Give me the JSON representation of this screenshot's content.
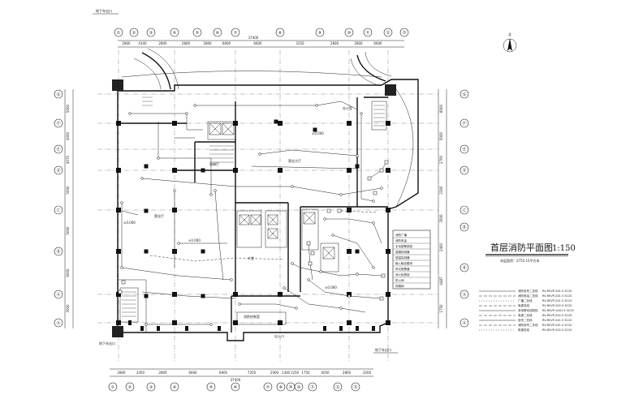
{
  "drawing": {
    "title": "首层消防平面图",
    "scale": "1:150",
    "note": "本层面积：2755.15平方米",
    "north_label": "北",
    "top_note": "地下车出口",
    "bottom_note": "地下车出口"
  },
  "grid_top": {
    "bubbles": [
      "①",
      "②",
      "③",
      "④",
      "⑤",
      "⑥",
      "⑦",
      "⑧",
      "⑨",
      "⑩",
      "⑪",
      "⑫",
      "⑬"
    ],
    "dims": [
      "2800",
      "4100",
      "2800",
      "2800",
      "2800",
      "6600",
      "6600",
      "3250",
      "2800",
      "2800",
      "6600"
    ],
    "total": "37400"
  },
  "grid_bottom": {
    "bubbles": [
      "①",
      "②",
      "③",
      "④",
      "⑤",
      "⑥",
      "⑦",
      "⑧",
      "⑨",
      "⑩",
      "⑪",
      "⑫",
      "⑬"
    ],
    "dims": [
      "2800",
      "3450",
      "2800",
      "6600",
      "6600",
      "7250",
      "2000",
      "1300",
      "1250",
      "1750",
      "4050",
      "2800",
      "3200"
    ],
    "total": "37400"
  },
  "grid_left": {
    "bubbles": [
      "Ⓖ",
      "Ⓕ",
      "Ⓔ",
      "Ⓓ",
      "Ⓒ",
      "Ⓑ",
      "Ⓐ",
      "Ⓐ"
    ],
    "dims": [
      "5000",
      "4000",
      "4070",
      "5000",
      "5000",
      "6000",
      "3000"
    ]
  },
  "grid_right": {
    "bubbles": [
      "Ⓖ",
      "Ⓕ",
      "Ⓔ",
      "Ⓓ",
      "Ⓒ",
      "Ⓑ",
      "Ⓑ",
      "Ⓐ",
      "Ⓐ"
    ],
    "dims": [
      "8000",
      "5000",
      "2700",
      "2300",
      "3500",
      "2400",
      "4487",
      "1750"
    ]
  },
  "rooms": {
    "hall": "营业大厅",
    "shop": "营业厅",
    "lobby": "大堂",
    "office": "办公室",
    "control": "消防控制室",
    "entrance": "出入口",
    "elevator": "电梯厅",
    "level": "±0.000"
  },
  "legend": [
    {
      "label": "消防信号二总线",
      "spec": "RV-RVVP-2X1.5  SC20"
    },
    {
      "label": "消防电话二总线",
      "spec": "RV-RVVP-2X1.5  SC20"
    },
    {
      "label": "广播二总线",
      "spec": "RV-RVVP-2X1.5  SC20"
    },
    {
      "label": "电源总线",
      "spec": "RV-RVVP-2X2.5  SC20"
    },
    {
      "label": "多线联动控制线",
      "spec": "RV-RVVP-14X1.5  SC25"
    },
    {
      "label": "电源二总线",
      "spec": "RV-RVVP-2X2.5  SC20"
    },
    {
      "label": "信号二总线",
      "spec": "RV-RVVP-2X1.5  SC20"
    },
    {
      "label": "消防信号二总线",
      "spec": "RV-RVVP-2X1.5  SC20"
    },
    {
      "label": "电源总线",
      "spec": "RV-RVVP-2X2.5  SC20"
    }
  ],
  "table_rows": [
    "消防广播",
    "消防电话",
    "手动报警按钮",
    "感烟探测器",
    "感温探测器",
    "输入输出模块",
    "声光报警器",
    "消火栓按钮",
    "防火阀",
    "排烟阀"
  ]
}
